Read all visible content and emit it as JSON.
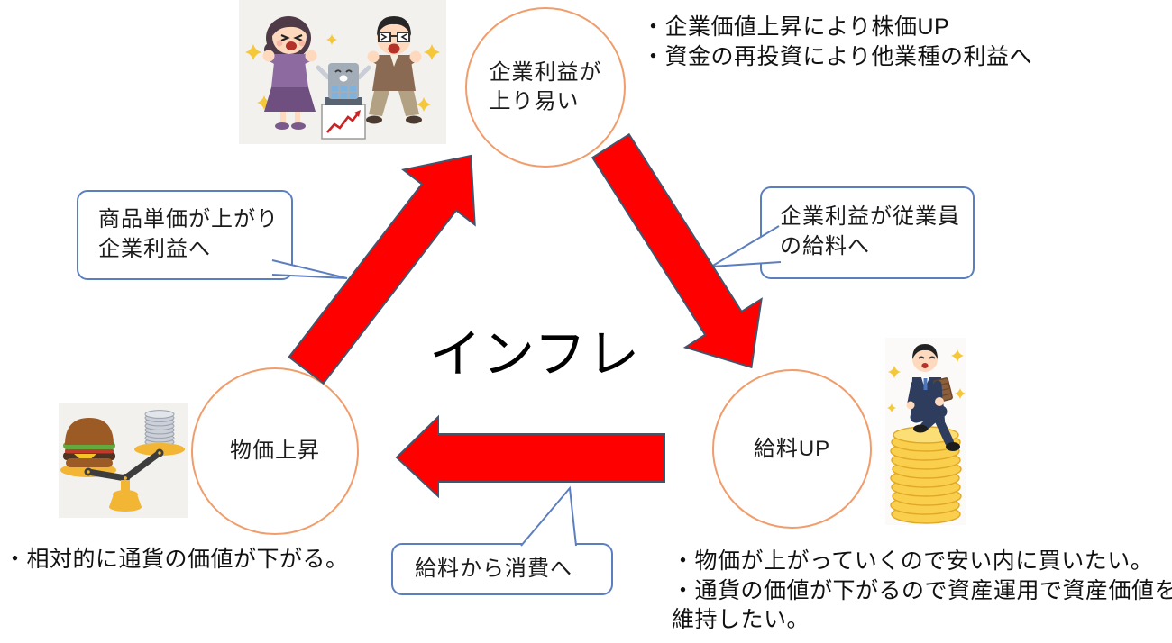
{
  "title": "インフレ",
  "nodes": {
    "top": {
      "line1": "企業利益が",
      "line2": "上り易い"
    },
    "bottom_left": {
      "label": "物価上昇"
    },
    "bottom_right": {
      "label": "給料UP"
    }
  },
  "callouts": {
    "left": {
      "line1": "商品単価が上がり",
      "line2": "企業利益へ"
    },
    "right": {
      "line1": "企業利益が従業員",
      "line2": "の給料へ"
    },
    "bottom": {
      "text": "給料から消費へ"
    }
  },
  "notes": {
    "top_right": [
      "・企業価値上昇により株価UP",
      "・資金の再投資により他業種の利益へ"
    ],
    "bottom_left": [
      "・相対的に通貨の価値が下がる。"
    ],
    "bottom_right": [
      "・物価が上がっていくので安い内に買いたい。",
      "・通貨の価値が下がるので資産運用で資産価値を維持したい。"
    ]
  },
  "illustrations": {
    "top_left": "celebrating-people-with-company-stock-rising",
    "bottom_left": "balance-scale-hamburger-vs-coins",
    "bottom_right": "businessman-sitting-on-gold-coin-stack"
  },
  "colors": {
    "arrow_fill": "#FF0000",
    "arrow_border": "#44546A",
    "circle_border": "#F09D6B",
    "callout_border": "#5B7EC0",
    "title_color": "#000000"
  }
}
